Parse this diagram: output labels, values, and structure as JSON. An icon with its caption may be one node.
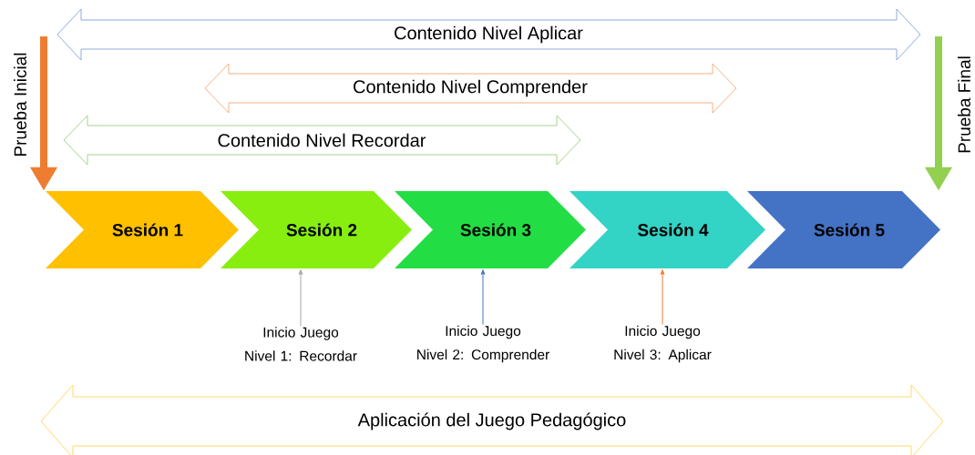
{
  "diagram": {
    "nodes": [
      {
        "text": [
          "Sesión 1"
        ]
      },
      {
        "text": [
          "Sesión 2"
        ]
      },
      {
        "text": [
          "Sesión 3"
        ]
      },
      {
        "text": [
          "Sesión 4"
        ]
      },
      {
        "text": [
          "Sesión 5"
        ]
      },
      {
        "text": [
          "Contenido Nivel Aplicar"
        ]
      },
      {
        "text": [
          "Contenido Nivel Comprender"
        ]
      },
      {
        "text": [
          "Contenido Nivel Recordar"
        ]
      },
      {
        "text": [
          "Aplicación del Juego Pedagógico"
        ]
      },
      {
        "text": [
          "Inicio Juego Nivel 1: Recordar"
        ]
      },
      {
        "text": [
          "Inicio Juego Nivel 2: Comprender"
        ]
      },
      {
        "text": [
          "Inicio Juego Nivel 3: Aplicar"
        ]
      }
    ],
    "edges": [
      {
        "from": 9,
        "to": 1,
        "arrow": "to",
        "color": "#a6a6a6"
      },
      {
        "from": 10,
        "to": 2,
        "arrow": "to",
        "color": "#4472c4"
      },
      {
        "from": 11,
        "to": 3,
        "arrow": "to",
        "color": "#ed7d31"
      },
      {
        "from": null,
        "to": 0,
        "arrow": "to",
        "style": "thick",
        "color": "#ed7d31",
        "label": "Prueba Inicial"
      },
      {
        "from": null,
        "to": 4,
        "arrow": "to",
        "style": "thick",
        "color": "#92d050",
        "label": "Prueba Final"
      }
    ]
  }
}
